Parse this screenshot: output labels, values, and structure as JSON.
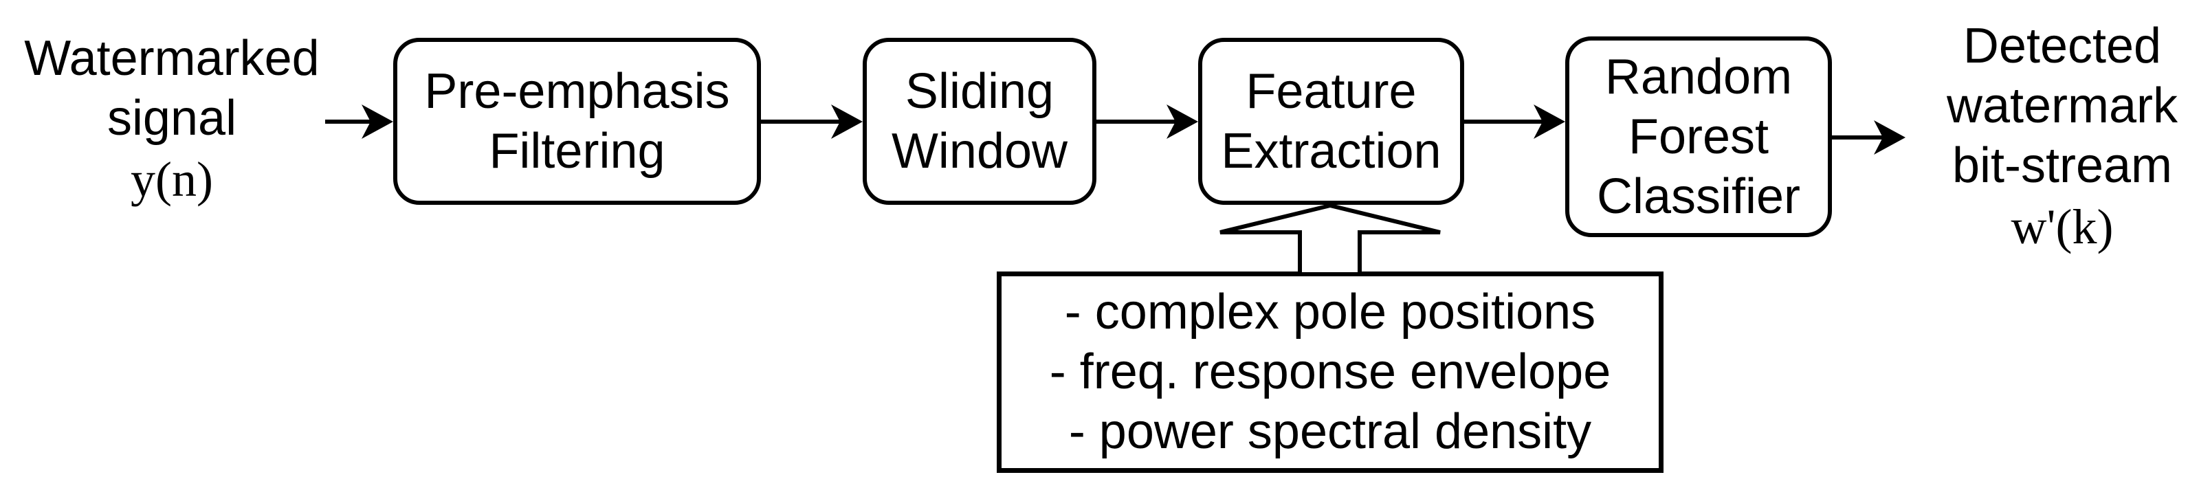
{
  "colors": {
    "ink": "#000000",
    "background": "#ffffff"
  },
  "diagram": {
    "input": {
      "text": "Watermarked\nsignal",
      "symbol": "y(n)"
    },
    "blocks": [
      {
        "label": "Pre-emphasis\nFiltering"
      },
      {
        "label": "Sliding\nWindow"
      },
      {
        "label": "Feature\nExtraction"
      },
      {
        "label": "Random\nForest\nClassifier"
      }
    ],
    "features": {
      "items": [
        "- complex pole positions",
        "- freq. response envelope",
        "- power spectral density"
      ]
    },
    "output": {
      "text": "Detected\nwatermark\nbit-stream",
      "symbol": "w'(k)"
    }
  }
}
